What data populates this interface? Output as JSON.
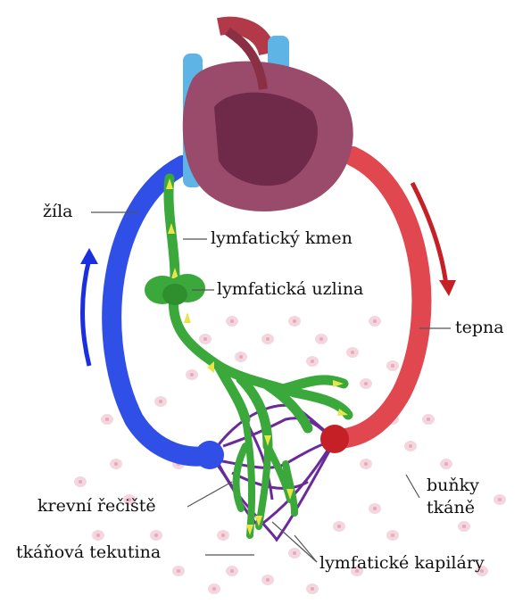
{
  "labels": {
    "vein": "žíla",
    "lymph_trunk": "lymfatický kmen",
    "lymph_node": "lymfatická uzlina",
    "artery": "tepna",
    "tissue_cells_line1": "buňky",
    "tissue_cells_line2": "tkáně",
    "capillary_bed": "krevní řečiště",
    "tissue_fluid": "tkáňová tekutina",
    "lymph_capillaries": "lymfatické kapiláry"
  },
  "colors": {
    "vein": "#2f4fe6",
    "artery": "#e0474f",
    "arrow_blue": "#1a2fe0",
    "arrow_red": "#c42026",
    "lymph": "#3aa83a",
    "lymph_flow": "#e8e44a",
    "capillary_purple": "#6a2a9a",
    "heart": "#9a4a6a",
    "vessel_light_blue": "#5fb4e6",
    "tissue_cell": "#f4d6de"
  },
  "icons": {
    "heart": "heart-icon",
    "lymph_node": "lymph-node-icon"
  }
}
